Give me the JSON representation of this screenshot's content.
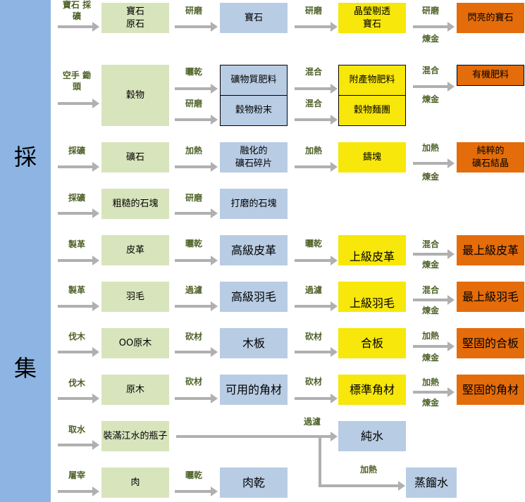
{
  "sidebar": {
    "char1": "採",
    "char2": "集"
  },
  "rows": [
    {
      "action": "寶石\n採礦",
      "box1": "寶石\n原石",
      "a2": "研磨",
      "box2": "寶石",
      "a3": "研磨",
      "box3": "晶瑩剔透\n寶石",
      "a4": "研磨",
      "a4b": "煉金",
      "box4": "閃亮的寶石"
    },
    {
      "action": "空手\n鋤頭",
      "box1": "穀物",
      "a2_top": "曬乾",
      "a2_bot": "研磨",
      "box2_top": "礦物質肥料",
      "box2_bot": "穀物粉末",
      "a3_top": "混合",
      "a3_bot": "混合",
      "box3_top": "附產物肥料",
      "box3_bot": "穀物麵團",
      "a4": "混合",
      "a4b": "煉金",
      "box4": "有機肥料"
    },
    {
      "action": "採礦",
      "box1": "礦石",
      "a2": "加熱",
      "box2": "融化的\n礦石碎片",
      "a3": "加熱",
      "box3": "鑄塊",
      "a4": "加熱",
      "a4b": "煉金",
      "box4": "純粹的\n礦石結晶"
    },
    {
      "action": "採礦",
      "box1": "粗糙的石塊",
      "a2": "研磨",
      "box2": "打磨的石塊"
    },
    {
      "action": "製革",
      "box1": "皮革",
      "a2": "曬乾",
      "box2": "高級皮革",
      "a3": "曬乾",
      "box3": "上級皮革",
      "a4": "混合",
      "a4b": "煉金",
      "box4": "最上級皮革"
    },
    {
      "action": "製革",
      "box1": "羽毛",
      "a2": "過濾",
      "box2": "高級羽毛",
      "a3": "過濾",
      "box3": "上級羽毛",
      "a4": "混合",
      "a4b": "煉金",
      "box4": "最上級羽毛"
    },
    {
      "action": "伐木",
      "box1": "OO原木",
      "a2": "砍材",
      "box2": "木板",
      "a3": "砍材",
      "box3": "合板",
      "a4": "加熱",
      "a4b": "煉金",
      "box4": "堅固的合板"
    },
    {
      "action": "伐木",
      "box1": "原木",
      "a2": "砍材",
      "box2": "可用的角材",
      "a3": "砍材",
      "box3": "標準角材",
      "a4": "加熱",
      "a4b": "煉金",
      "box4": "堅固的角材"
    },
    {
      "action": "取水",
      "box1": "裝滿江水的瓶子",
      "a3": "過濾",
      "box3": "純水",
      "a4": "加熱",
      "box4": "蒸餾水"
    },
    {
      "action": "屠宰",
      "box1": "肉",
      "a2": "曬乾",
      "box2": "肉乾"
    }
  ]
}
